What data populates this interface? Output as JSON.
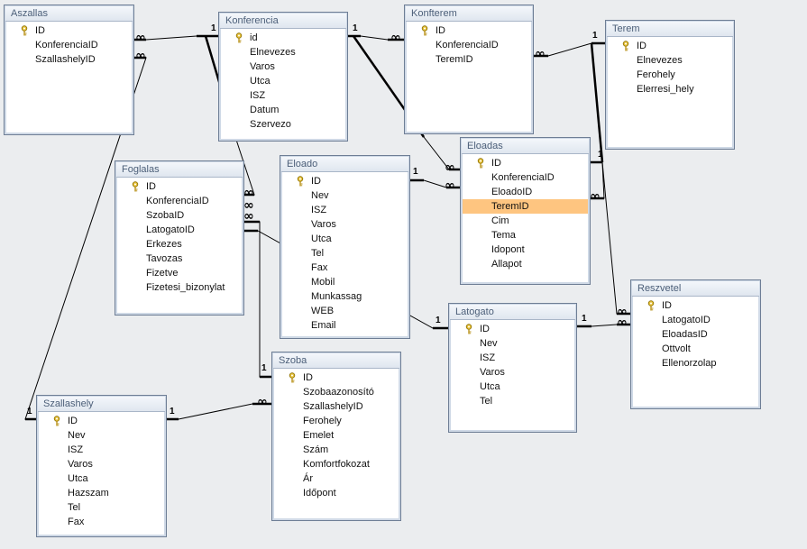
{
  "tables": [
    {
      "key": "aszallas",
      "title": "Aszallas",
      "fields": [
        "ID",
        "KonferenciaID",
        "SzallashelyID"
      ],
      "pk": "ID"
    },
    {
      "key": "konferencia",
      "title": "Konferencia",
      "fields": [
        "id",
        "Elnevezes",
        "Varos",
        "Utca",
        "ISZ",
        "Datum",
        "Szervezo"
      ],
      "pk": "id"
    },
    {
      "key": "konfterem",
      "title": "Konfterem",
      "fields": [
        "ID",
        "KonferenciaID",
        "TeremID"
      ],
      "pk": "ID"
    },
    {
      "key": "terem",
      "title": "Terem",
      "fields": [
        "ID",
        "Elnevezes",
        "Ferohely",
        "Elerresi_hely"
      ],
      "pk": "ID"
    },
    {
      "key": "foglalas",
      "title": "Foglalas",
      "fields": [
        "ID",
        "KonferenciaID",
        "SzobaID",
        "LatogatoID",
        "Erkezes",
        "Tavozas",
        "Fizetve",
        "Fizetesi_bizonylat"
      ],
      "pk": "ID"
    },
    {
      "key": "eloado",
      "title": "Eloado",
      "fields": [
        "ID",
        "Nev",
        "ISZ",
        "Varos",
        "Utca",
        "Tel",
        "Fax",
        "Mobil",
        "Munkassag",
        "WEB",
        "Email"
      ],
      "pk": "ID"
    },
    {
      "key": "eloadas",
      "title": "Eloadas",
      "fields": [
        "ID",
        "KonferenciaID",
        "EloadoID",
        "TeremID",
        "Cim",
        "Tema",
        "Idopont",
        "Allapot"
      ],
      "pk": "ID",
      "selected": "TeremID"
    },
    {
      "key": "latogato",
      "title": "Latogato",
      "fields": [
        "ID",
        "Nev",
        "ISZ",
        "Varos",
        "Utca",
        "Tel"
      ],
      "pk": "ID"
    },
    {
      "key": "reszvetel",
      "title": "Reszvetel",
      "fields": [
        "ID",
        "LatogatoID",
        "EloadasID",
        "Ottvolt",
        "Ellenorzolap"
      ],
      "pk": "ID"
    },
    {
      "key": "szoba",
      "title": "Szoba",
      "fields": [
        "ID",
        "Szobaazonosító",
        "SzallashelyID",
        "Ferohely",
        "Emelet",
        "Szám",
        "Komfortfokozat",
        "Ár",
        "Időpont"
      ],
      "pk": "ID"
    },
    {
      "key": "szallashely",
      "title": "Szallashely",
      "fields": [
        "ID",
        "Nev",
        "ISZ",
        "Varos",
        "Utca",
        "Hazszam",
        "Tel",
        "Fax"
      ],
      "pk": "ID"
    }
  ],
  "relationships": [
    {
      "one": "konferencia",
      "many": "aszallas",
      "one_label": "1",
      "many_label": "∞"
    },
    {
      "one": "konferencia",
      "many": "konfterem",
      "one_label": "1",
      "many_label": "∞"
    },
    {
      "one": "terem",
      "many": "konfterem",
      "one_label": "1",
      "many_label": "∞"
    },
    {
      "one": "konferencia",
      "many": "eloadas",
      "one_label": "1",
      "many_label": "∞"
    },
    {
      "one": "konferencia",
      "many": "foglalas",
      "one_label": "1",
      "many_label": "∞"
    },
    {
      "one": "eloado",
      "many": "eloadas",
      "one_label": "1",
      "many_label": "∞"
    },
    {
      "one": "terem",
      "many": "eloadas",
      "one_label": "1",
      "many_label": "∞"
    },
    {
      "one": "eloadas",
      "many": "reszvetel",
      "one_label": "1",
      "many_label": "∞"
    },
    {
      "one": "latogato",
      "many": "reszvetel",
      "one_label": "1",
      "many_label": "∞"
    },
    {
      "one": "latogato",
      "many": "foglalas",
      "one_label": "1",
      "many_label": "∞"
    },
    {
      "one": "szoba",
      "many": "foglalas",
      "one_label": "1",
      "many_label": "∞"
    },
    {
      "one": "szallashely",
      "many": "szoba",
      "one_label": "1",
      "many_label": "∞"
    },
    {
      "one": "szallashely",
      "many": "aszallas",
      "one_label": "1",
      "many_label": "∞"
    }
  ],
  "colors": {
    "selected_row": "#fec580",
    "header_text": "#4b5e78",
    "line": "#000000",
    "background": "#ebedef"
  }
}
